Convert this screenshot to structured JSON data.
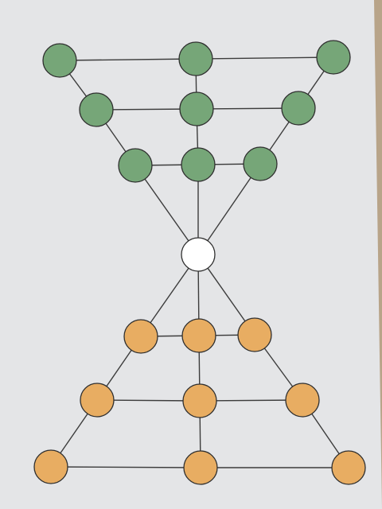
{
  "board": {
    "colors": {
      "paper": "#e4e5e7",
      "line": "#3c3c3c",
      "green": "#76a678",
      "orange": "#e8ad62",
      "empty": "#ffffff",
      "stroke": "#2f2f2f",
      "table": "#b8a489"
    },
    "nodes": [
      {
        "id": "g1",
        "color": "green"
      },
      {
        "id": "g2",
        "color": "green"
      },
      {
        "id": "g3",
        "color": "green"
      },
      {
        "id": "g4",
        "color": "green"
      },
      {
        "id": "g5",
        "color": "green"
      },
      {
        "id": "g6",
        "color": "green"
      },
      {
        "id": "g7",
        "color": "green"
      },
      {
        "id": "g8",
        "color": "green"
      },
      {
        "id": "g9",
        "color": "green"
      },
      {
        "id": "c",
        "color": "empty"
      },
      {
        "id": "o1",
        "color": "orange"
      },
      {
        "id": "o2",
        "color": "orange"
      },
      {
        "id": "o3",
        "color": "orange"
      },
      {
        "id": "o4",
        "color": "orange"
      },
      {
        "id": "o5",
        "color": "orange"
      },
      {
        "id": "o6",
        "color": "orange"
      },
      {
        "id": "o7",
        "color": "orange"
      },
      {
        "id": "o8",
        "color": "orange"
      },
      {
        "id": "o9",
        "color": "orange"
      }
    ],
    "edges": [
      [
        "g1",
        "g2"
      ],
      [
        "g2",
        "g3"
      ],
      [
        "g4",
        "g5"
      ],
      [
        "g5",
        "g6"
      ],
      [
        "g7",
        "g8"
      ],
      [
        "g8",
        "g9"
      ],
      [
        "g1",
        "g4"
      ],
      [
        "g4",
        "g7"
      ],
      [
        "g7",
        "c"
      ],
      [
        "g3",
        "g6"
      ],
      [
        "g6",
        "g9"
      ],
      [
        "g9",
        "c"
      ],
      [
        "g2",
        "g5"
      ],
      [
        "g5",
        "g8"
      ],
      [
        "g8",
        "c"
      ],
      [
        "o1",
        "o2"
      ],
      [
        "o2",
        "o3"
      ],
      [
        "o4",
        "o5"
      ],
      [
        "o5",
        "o6"
      ],
      [
        "o7",
        "o8"
      ],
      [
        "o8",
        "o9"
      ],
      [
        "c",
        "o1"
      ],
      [
        "o1",
        "o4"
      ],
      [
        "o4",
        "o7"
      ],
      [
        "c",
        "o3"
      ],
      [
        "o3",
        "o6"
      ],
      [
        "o6",
        "o9"
      ],
      [
        "c",
        "o2"
      ],
      [
        "o2",
        "o5"
      ],
      [
        "o5",
        "o8"
      ]
    ]
  }
}
